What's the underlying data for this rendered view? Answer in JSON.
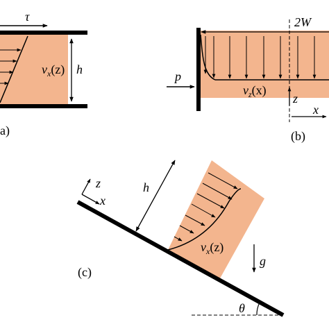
{
  "colors": {
    "fluid": "#f3b58e",
    "wall": "#000000",
    "line": "#000000",
    "background": "#ffffff"
  },
  "panel_a": {
    "tag": "(a)",
    "shear_label": "τ",
    "height_label": "h",
    "velocity_label": "v",
    "velocity_sub": "x",
    "velocity_arg": "(z)"
  },
  "panel_b": {
    "tag": "(b)",
    "width_label": "2W",
    "pressure_label": "p",
    "velocity_label": "v",
    "velocity_sub": "z",
    "velocity_arg": "(x)",
    "axis_z": "z",
    "axis_x": "x"
  },
  "panel_c": {
    "tag": "(c)",
    "axis_z": "z",
    "axis_x": "x",
    "height_label": "h",
    "velocity_label": "v",
    "velocity_sub": "x",
    "velocity_arg": "(z)",
    "gravity_label": "g",
    "angle_label": "θ"
  }
}
